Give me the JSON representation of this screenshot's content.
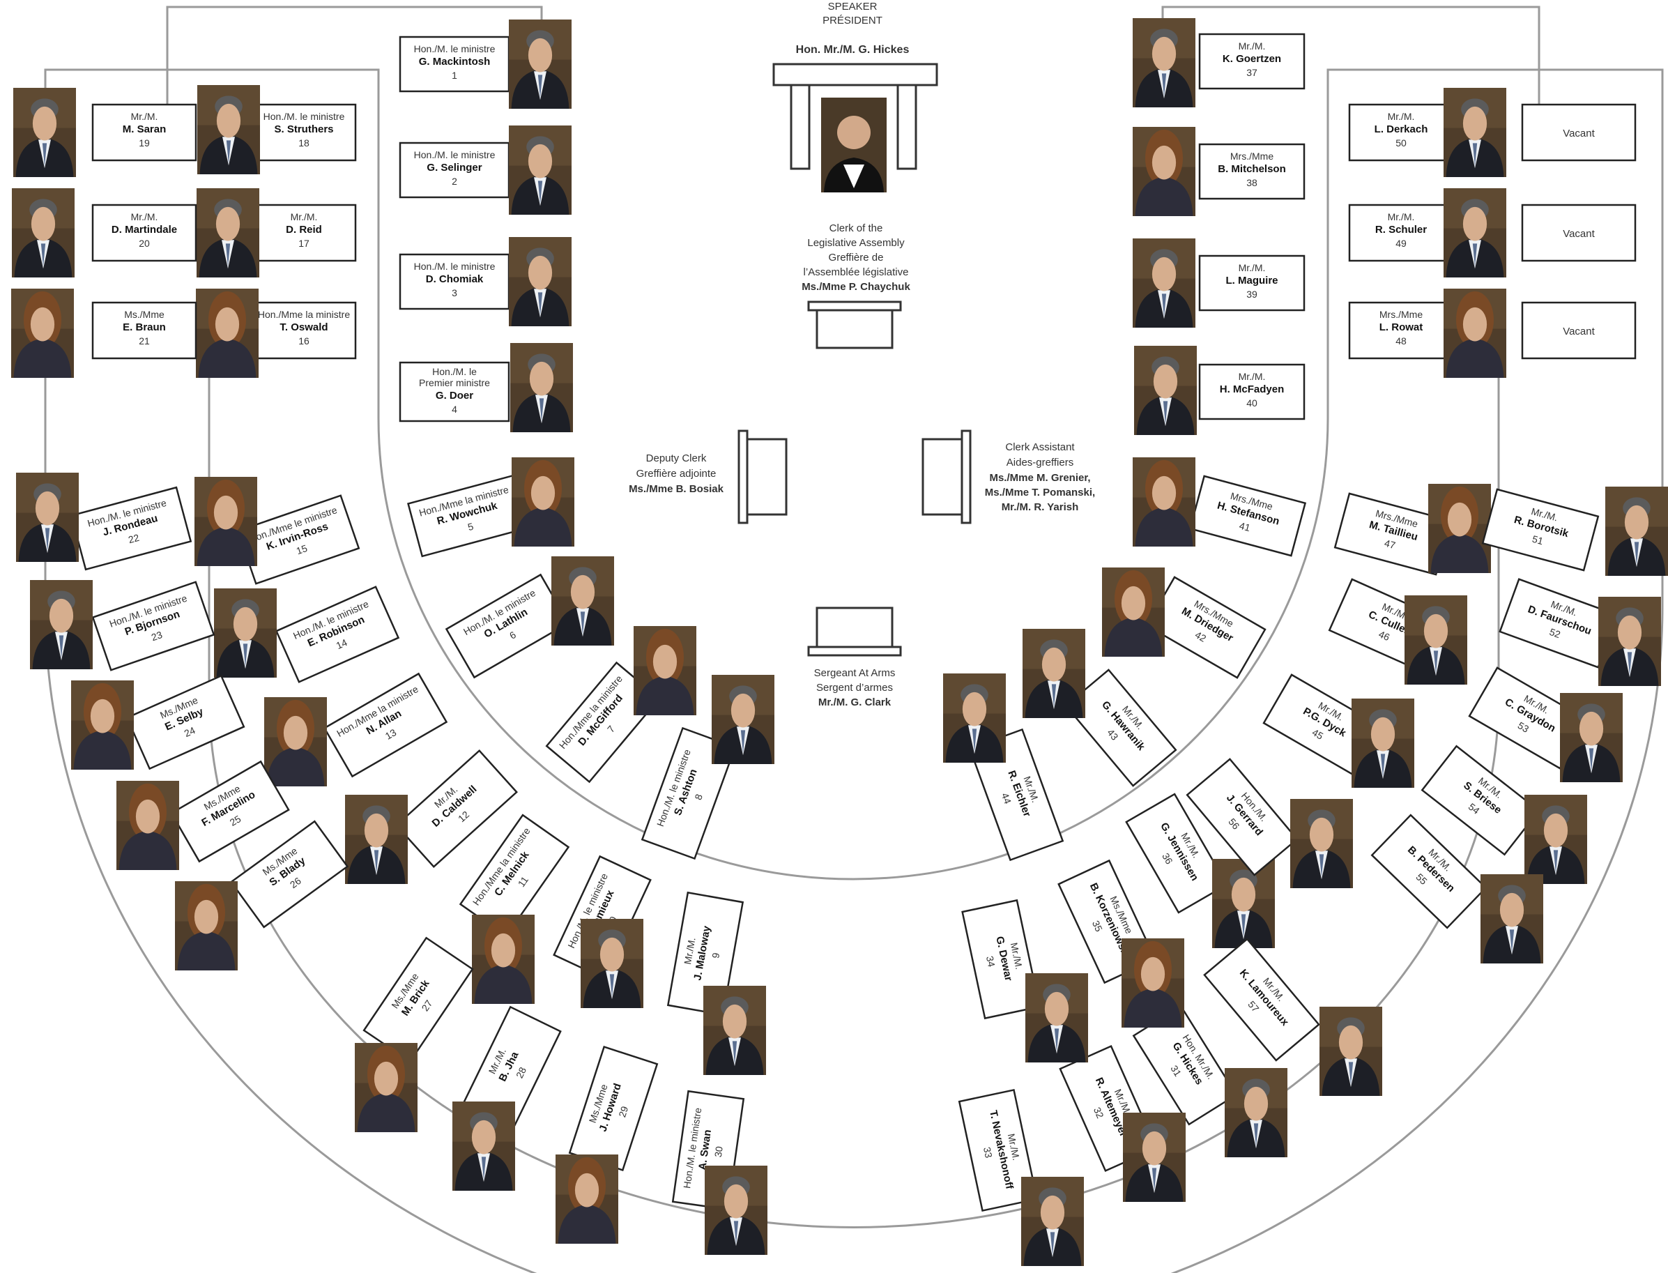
{
  "speaker": {
    "title_en": "SPEAKER",
    "title_fr": "PRÉSIDENT",
    "name": "Hon. Mr./M. G. Hickes"
  },
  "clerk": {
    "l1": "Clerk of the",
    "l2": "Legislative Assembly",
    "l3": "Greffière de",
    "l4": "l’Assemblée législative",
    "name": "Ms./Mme P. Chaychuk"
  },
  "deputy_clerk": {
    "l1": "Deputy Clerk",
    "l2": "Greffière adjointe",
    "name": "Ms./Mme B. Bosiak"
  },
  "clerk_assistant": {
    "l1": "Clerk Assistant",
    "l2": "Aides-greffiers",
    "n1": "Ms./Mme M. Grenier,",
    "n2": "Ms./Mme T. Pomanski,",
    "n3": "Mr./M. R. Yarish"
  },
  "sergeant": {
    "l1": "Sergeant At Arms",
    "l2": "Sergent d’armes",
    "name": "Mr./M. G. Clark"
  },
  "members": [
    {
      "num": "1",
      "title": "Hon./M. le ministre",
      "name": "G. Mackintosh"
    },
    {
      "num": "2",
      "title": "Hon./M. le ministre",
      "name": "G. Selinger"
    },
    {
      "num": "3",
      "title": "Hon./M. le ministre",
      "name": "D. Chomiak"
    },
    {
      "num": "4",
      "title": "Hon./M. le Premier ministre",
      "name": "G. Doer"
    },
    {
      "num": "5",
      "title": "Hon./Mme la ministre",
      "name": "R. Wowchuk"
    },
    {
      "num": "6",
      "title": "Hon./M. le ministre",
      "name": "O. Lathlin"
    },
    {
      "num": "7",
      "title": "Hon./Mme la ministre",
      "name": "D. McGifford"
    },
    {
      "num": "8",
      "title": "Hon./M. le ministre",
      "name": "S. Ashton"
    },
    {
      "num": "9",
      "title": "Mr./M.",
      "name": "J. Maloway"
    },
    {
      "num": "10",
      "title": "Hon./M. le ministre",
      "name": "R. Lemieux"
    },
    {
      "num": "11",
      "title": "Hon./Mme la ministre",
      "name": "C. Melnick"
    },
    {
      "num": "12",
      "title": "Mr./M.",
      "name": "D. Caldwell"
    },
    {
      "num": "13",
      "title": "Hon./Mme la ministre",
      "name": "N. Allan"
    },
    {
      "num": "14",
      "title": "Hon./M. le ministre",
      "name": "E. Robinson"
    },
    {
      "num": "15",
      "title": "Hon./Mme le ministre",
      "name": "K. Irvin-Ross"
    },
    {
      "num": "16",
      "title": "Hon./Mme la ministre",
      "name": "T. Oswald"
    },
    {
      "num": "17",
      "title": "Mr./M.",
      "name": "D. Reid"
    },
    {
      "num": "18",
      "title": "Hon./M. le ministre",
      "name": "S. Struthers"
    },
    {
      "num": "19",
      "title": "Mr./M.",
      "name": "M. Saran"
    },
    {
      "num": "20",
      "title": "Mr./M.",
      "name": "D. Martindale"
    },
    {
      "num": "21",
      "title": "Ms./Mme",
      "name": "E. Braun"
    },
    {
      "num": "22",
      "title": "Hon./M. le ministre",
      "name": "J. Rondeau"
    },
    {
      "num": "23",
      "title": "Hon./M. le ministre",
      "name": "P. Bjornson"
    },
    {
      "num": "24",
      "title": "Ms./Mme",
      "name": "E. Selby"
    },
    {
      "num": "25",
      "title": "Ms./Mme",
      "name": "F. Marcelino"
    },
    {
      "num": "26",
      "title": "Ms./Mme",
      "name": "S. Blady"
    },
    {
      "num": "27",
      "title": "Ms./Mme",
      "name": "M. Brick"
    },
    {
      "num": "28",
      "title": "Mr./M.",
      "name": "B. Jha"
    },
    {
      "num": "29",
      "title": "Ms./Mme",
      "name": "J. Howard"
    },
    {
      "num": "30",
      "title": "Hon./M. le ministre",
      "name": "A. Swan"
    },
    {
      "num": "31",
      "title": "Hon. Mr./M.",
      "name": "G. Hickes"
    },
    {
      "num": "32",
      "title": "Mr./M.",
      "name": "R. Altemeyer"
    },
    {
      "num": "33",
      "title": "Mr./M.",
      "name": "T. Nevakshonoff"
    },
    {
      "num": "34",
      "title": "Mr./M.",
      "name": "G. Dewar"
    },
    {
      "num": "35",
      "title": "Ms./Mme",
      "name": "B. Korzeniowski"
    },
    {
      "num": "36",
      "title": "Mr./M.",
      "name": "G. Jennissen"
    },
    {
      "num": "37",
      "title": "Mr./M.",
      "name": "K. Goertzen"
    },
    {
      "num": "38",
      "title": "Mrs./Mme",
      "name": "B. Mitchelson"
    },
    {
      "num": "39",
      "title": "Mr./M.",
      "name": "L. Maguire"
    },
    {
      "num": "40",
      "title": "Mr./M.",
      "name": "H. McFadyen"
    },
    {
      "num": "41",
      "title": "Mrs./Mme",
      "name": "H. Stefanson"
    },
    {
      "num": "42",
      "title": "Mrs./Mme",
      "name": "M. Driedger"
    },
    {
      "num": "43",
      "title": "Mr./M.",
      "name": "G. Hawranik"
    },
    {
      "num": "44",
      "title": "Mr./M.",
      "name": "R. Eichler"
    },
    {
      "num": "45",
      "title": "Mr./M.",
      "name": "P.G. Dyck"
    },
    {
      "num": "46",
      "title": "Mr./M.",
      "name": "C. Cullen"
    },
    {
      "num": "47",
      "title": "Mrs./Mme",
      "name": "M. Taillieu"
    },
    {
      "num": "48",
      "title": "Mrs./Mme",
      "name": "L. Rowat"
    },
    {
      "num": "49",
      "title": "Mr./M.",
      "name": "R. Schuler"
    },
    {
      "num": "50",
      "title": "Mr./M.",
      "name": "L. Derkach"
    },
    {
      "num": "51",
      "title": "Mr./M.",
      "name": "R. Borotsik"
    },
    {
      "num": "52",
      "title": "Mr./M.",
      "name": "D. Faurschou"
    },
    {
      "num": "53",
      "title": "Mr./M.",
      "name": "C. Graydon"
    },
    {
      "num": "54",
      "title": "Mr./M.",
      "name": "S. Briese"
    },
    {
      "num": "55",
      "title": "Mr./M.",
      "name": "B. Pedersen"
    },
    {
      "num": "56",
      "title": "Hon./M.",
      "name": "J. Gerrard"
    },
    {
      "num": "57",
      "title": "Mr./M.",
      "name": "K. Lamoureux"
    }
  ],
  "vacant": [
    "Vacant",
    "Vacant",
    "Vacant"
  ]
}
